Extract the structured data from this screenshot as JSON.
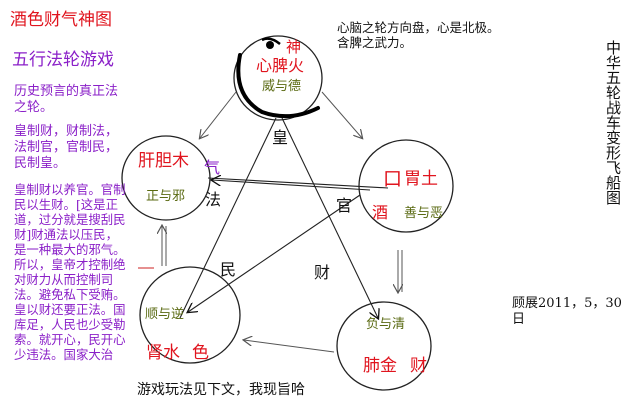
{
  "title": "酒色财气神图",
  "subtitle": "五行法轮游戏",
  "left_notes": {
    "p1": "历史预言的真正法之轮。",
    "p2": "皇制财，财制法，法制官，官制民，民制皇。",
    "p3": "皇制财以养官。官制民以生财。[这是正道，过分就是搜刮民财]财通法以压民，是一种最大的邪气。所以，皇帝才控制绝对财力从而控制司法。避免私下受贿。皇以财还要正法。国库足，人民也少受勒索。就开心，民开心少违法。国家大治"
  },
  "top_notes": [
    "心脑之轮方向盘，心是北极。",
    "含脾之武力。"
  ],
  "right_vertical": "中华五轮战车变形飞船图",
  "signature": "顾展2011，5，30日",
  "bottom_note": "游戏玩法见下文，我现旨哈",
  "circles": {
    "top": {
      "shen": "神",
      "main": "心脾火",
      "sub": "威与德"
    },
    "left": {
      "main": "肝胆木",
      "qi": "气",
      "sub": "正与邪"
    },
    "right": {
      "mouth": "口",
      "main": "胃土",
      "jiu": "酒",
      "sub": "善与恶"
    },
    "bottom_left": {
      "sub": "顺与逆",
      "main": "肾水",
      "se": "色"
    },
    "bottom_right": {
      "sub": "负与清",
      "main": "肺金",
      "cai": "财"
    }
  },
  "star_labels": {
    "huang": "皇",
    "guan": "官",
    "fa": "法",
    "min": "民",
    "cai": "财"
  }
}
